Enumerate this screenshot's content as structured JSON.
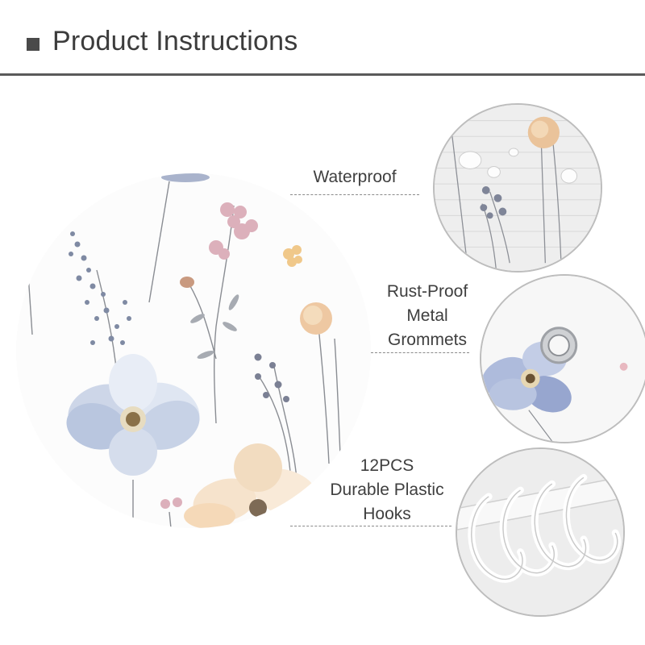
{
  "header": {
    "title": "Product Instructions"
  },
  "features": [
    {
      "lines": [
        "Waterproof"
      ],
      "image_icon": "water-drops-fabric-icon"
    },
    {
      "lines": [
        "Rust-Proof",
        "Metal",
        "Grommets"
      ],
      "image_icon": "metal-grommet-icon"
    },
    {
      "lines": [
        "12PCS",
        "Durable Plastic",
        "Hooks"
      ],
      "image_icon": "plastic-hooks-icon"
    }
  ],
  "colors": {
    "title_text": "#3c3c3c",
    "rule": "#5a5a5a",
    "dashes": "#8a8a8a",
    "flower_blue": "#a9b8d6",
    "flower_peach": "#f2d2b0",
    "flower_pink": "#d8a8b4"
  }
}
